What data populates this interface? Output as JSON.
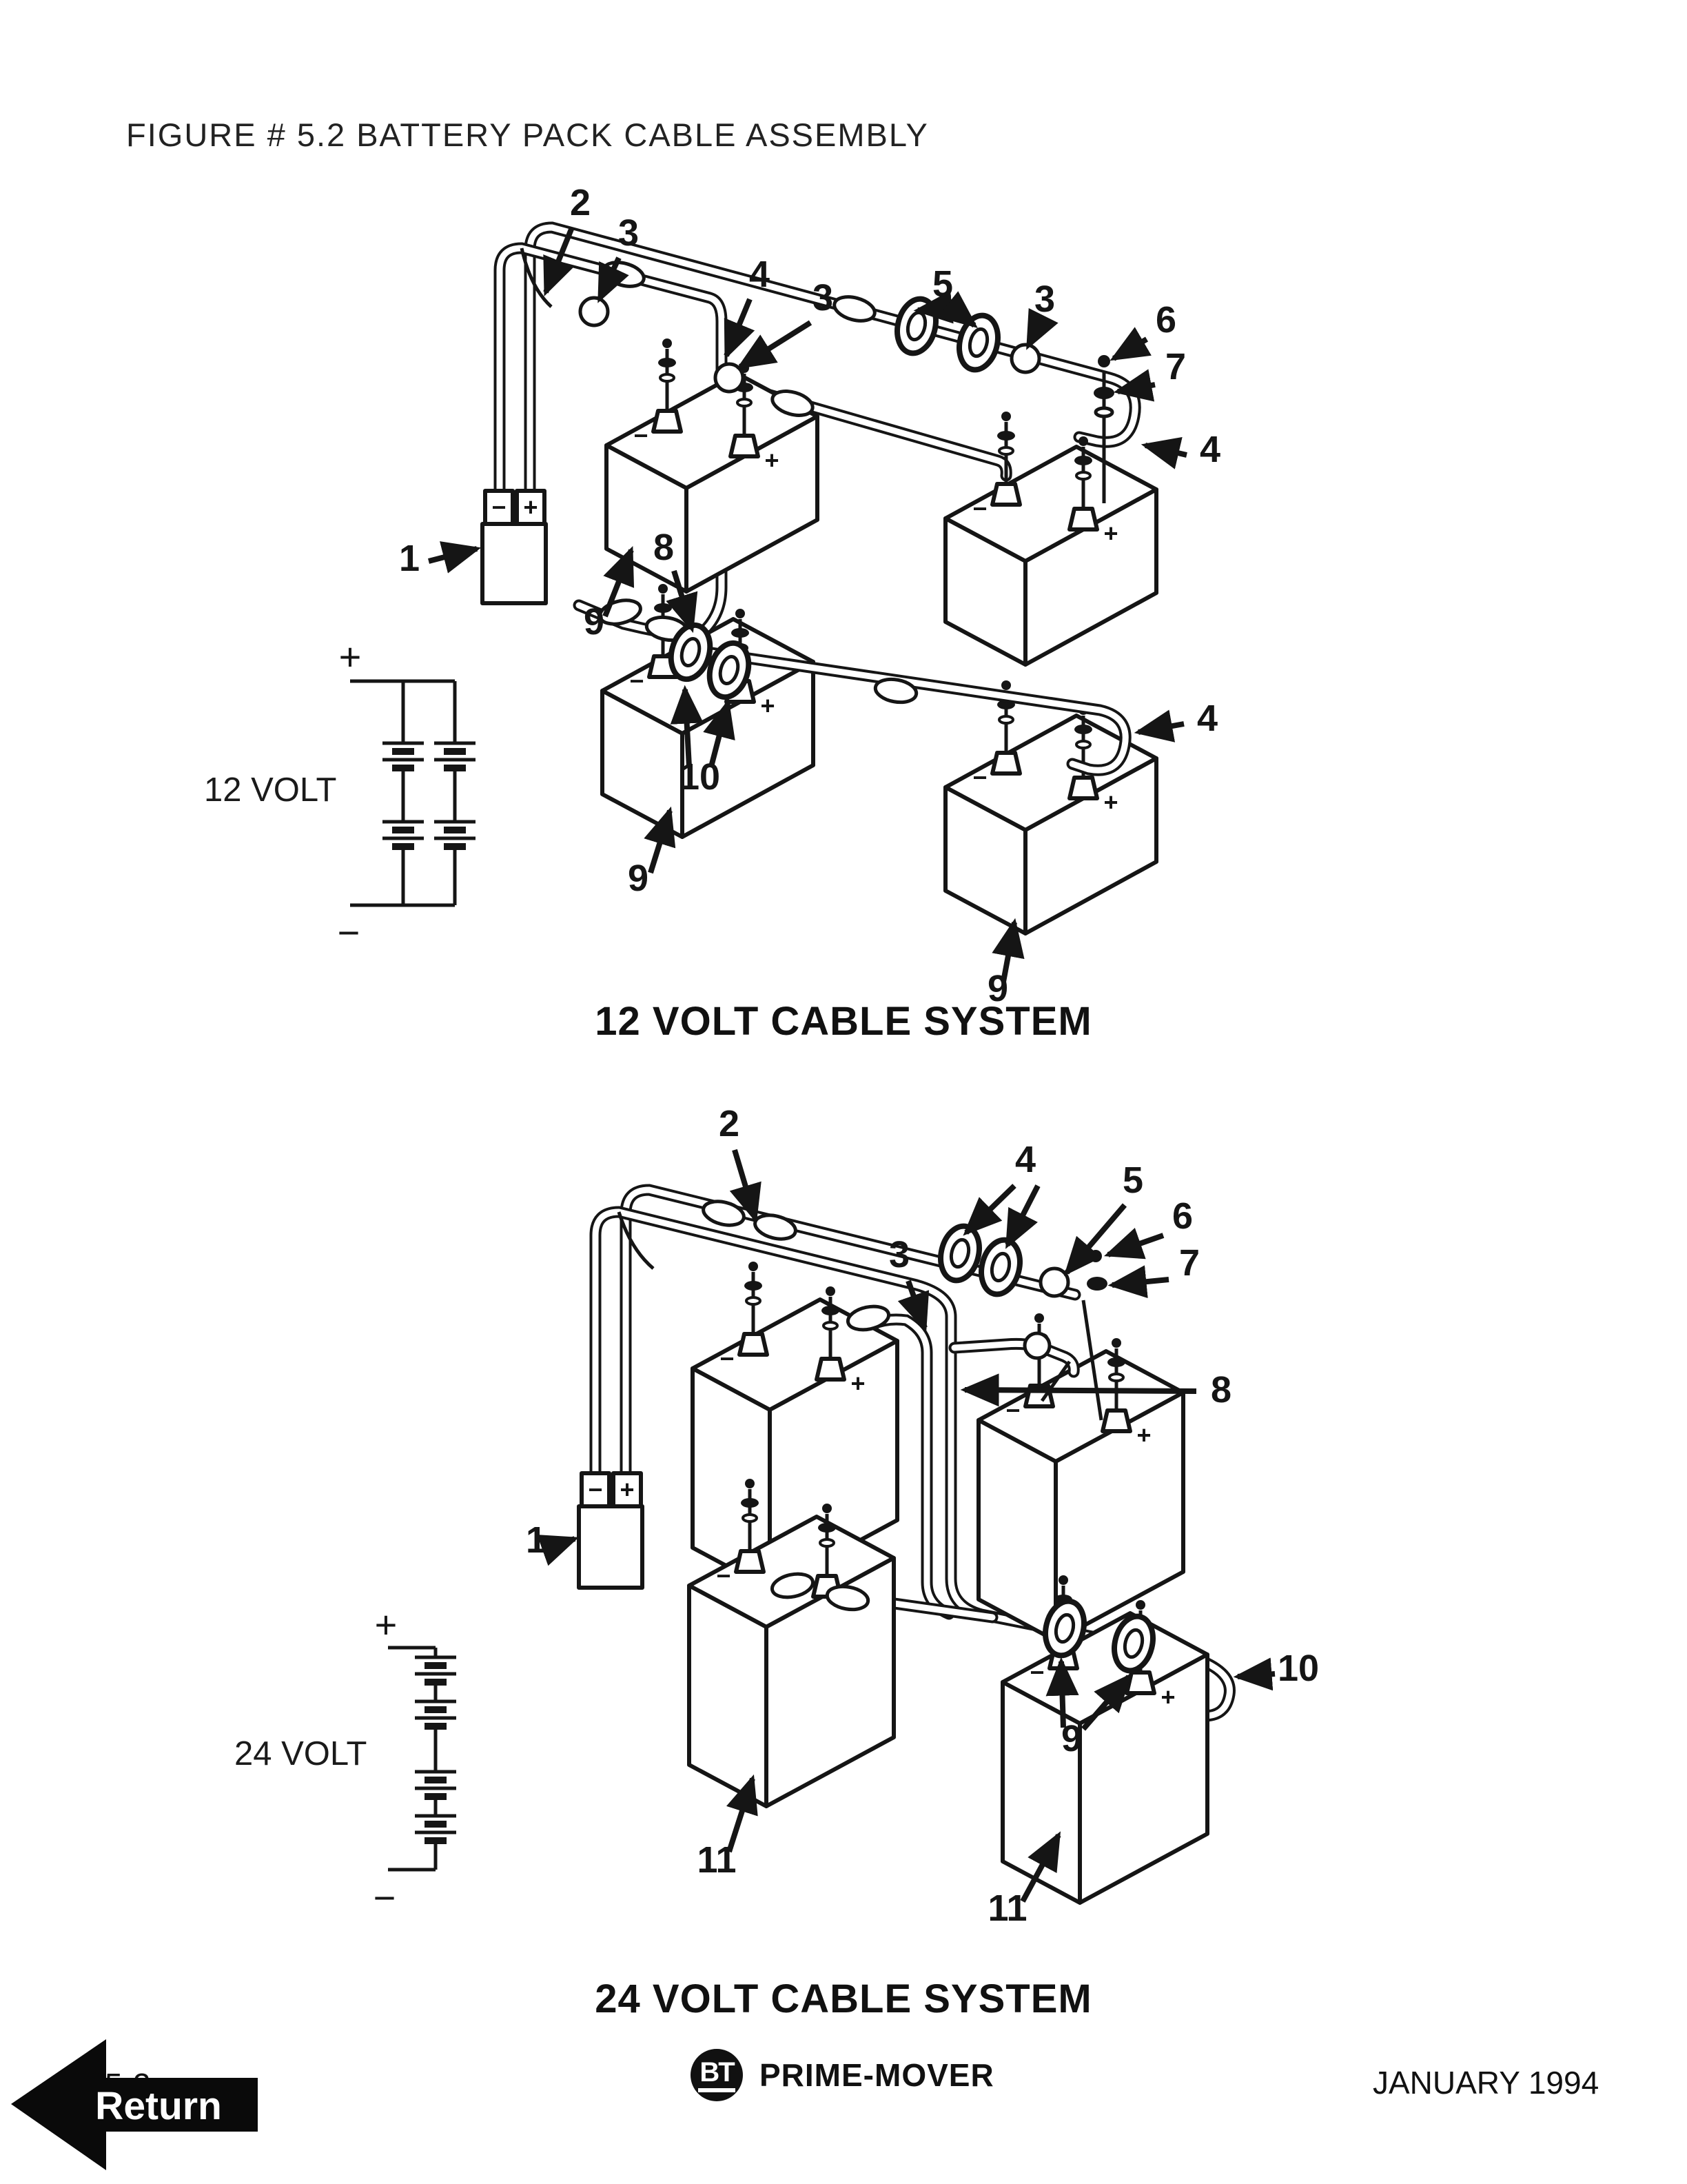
{
  "page": {
    "title": "FIGURE # 5.2  BATTERY PACK CABLE ASSEMBLY"
  },
  "signs": {
    "plus": "+",
    "minus": "−"
  },
  "figure12": {
    "caption": "12 VOLT CABLE SYSTEM",
    "schematic_label": "12 VOLT",
    "connector": {
      "minus": "−",
      "plus": "+"
    },
    "callouts": [
      "2",
      "3",
      "4",
      "3",
      "5",
      "3",
      "6",
      "7",
      "4",
      "1",
      "9",
      "8",
      "10",
      "4",
      "9",
      "9"
    ]
  },
  "figure24": {
    "caption": "24 VOLT CABLE SYSTEM",
    "schematic_label": "24 VOLT",
    "connector": {
      "minus": "−",
      "plus": "+"
    },
    "callouts": [
      "2",
      "4",
      "5",
      "6",
      "7",
      "3",
      "8",
      "1",
      "9",
      "10",
      "11",
      "11"
    ]
  },
  "footer": {
    "page_number": "5-2",
    "return_label": "Return",
    "logo_monogram": "BT",
    "logo_name": "PRIME-MOVER",
    "date": "JANUARY 1994"
  }
}
